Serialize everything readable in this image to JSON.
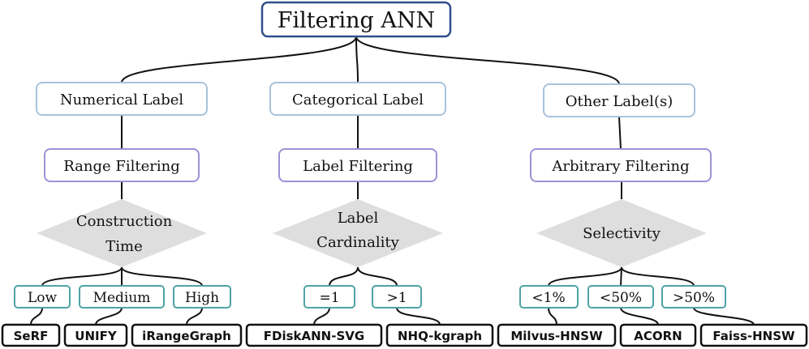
{
  "root": {
    "label": "Filtering ANN"
  },
  "columns": [
    {
      "label_type": "Numerical Label",
      "filter_type": "Range Filtering",
      "criterion": [
        "Construction",
        "Time"
      ],
      "options": [
        {
          "label": "Low",
          "method": "SeRF"
        },
        {
          "label": "Medium",
          "method": "UNIFY"
        },
        {
          "label": "High",
          "method": "iRangeGraph"
        }
      ]
    },
    {
      "label_type": "Categorical Label",
      "filter_type": "Label Filtering",
      "criterion": [
        "Label",
        "Cardinality"
      ],
      "options": [
        {
          "label": "=1",
          "method": "FDiskANN-SVG"
        },
        {
          "label": ">1",
          "method": "NHQ-kgraph"
        }
      ]
    },
    {
      "label_type": "Other Label(s)",
      "filter_type": "Arbitrary Filtering",
      "criterion": [
        "Selectivity"
      ],
      "options": [
        {
          "label": "<1%",
          "method": "Milvus-HNSW"
        },
        {
          "label": "<50%",
          "method": "ACORN"
        },
        {
          "label": ">50%",
          "method": "Faiss-HNSW"
        }
      ]
    }
  ],
  "colors": {
    "root_border": "#2f4f8a",
    "label_border": "#a8c3dc",
    "filter_border": "#9b93d6",
    "diamond_fill": "#dedede",
    "option_border": "#4fa3a5",
    "method_border": "#111111",
    "connector": "#111111"
  }
}
